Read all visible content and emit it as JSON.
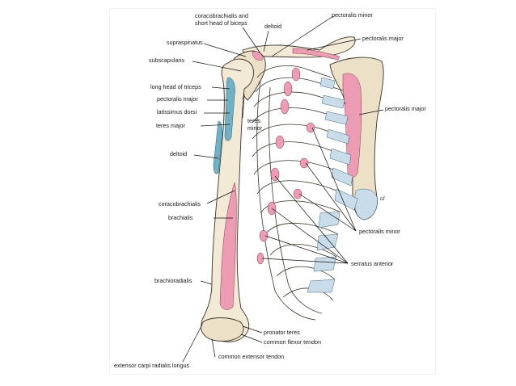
{
  "labels": {
    "coracobrachialis_short_head_1": "coracobrachialis and",
    "coracobrachialis_short_head_2": "short head of biceps",
    "deltoid_top": "deltoid",
    "pectoralis_minor_top": "pectoralis minor",
    "pectoralis_major_top": "pectoralis major",
    "supraspinatus": "supraspinatus",
    "subscapularis": "subscapularis",
    "long_head_triceps": "long head of triceps",
    "pectoralis_major_left": "pectoralis major",
    "latissimus_dorsi": "latissimus dorsi",
    "teres_major": "teres major",
    "teres_minor_1": "teres",
    "teres_minor_2": "minor",
    "pectoralis_major_right": "pectoralis major",
    "deltoid_left": "deltoid",
    "coracobrachialis": "coracobrachialis",
    "brachialis": "brachialis",
    "pectoralis_minor_right": "pectoralis minor",
    "serratus_anterior": "serratus anterior",
    "brachioradialis": "brachioradialis",
    "pronator_teres": "pronator teres",
    "common_flexor_tendon": "common flexor tendon",
    "common_extensor_tendon": "common extensor tendon",
    "extensor_carpi_radialis_longus": "extensor carpi radialis longus"
  },
  "signature": "td",
  "colors": {
    "bone": "#f3ead6",
    "muscle_origin": "#ee9cb4",
    "muscle_insertion": "#6fb2c8",
    "cartilage": "#c8dcea"
  }
}
